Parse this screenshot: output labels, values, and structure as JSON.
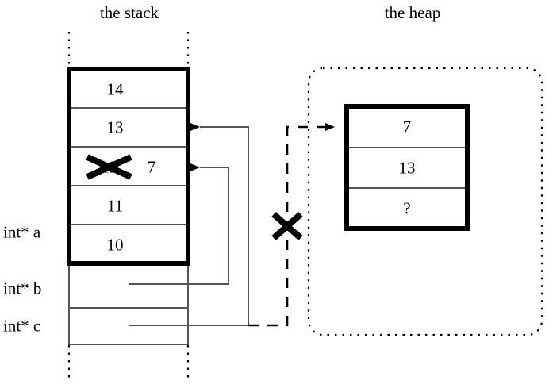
{
  "diagram": {
    "title_stack": "the stack",
    "title_heap": "the heap",
    "ink_color": "#000000",
    "background_color": "#ffffff",
    "rule_color": "#555555"
  },
  "stack": {
    "label": "the stack",
    "cells": [
      {
        "value": "14",
        "crossed_out": false
      },
      {
        "value": "13",
        "crossed_out": false
      },
      {
        "value": "12",
        "crossed_out": true,
        "replacement_value": "7"
      },
      {
        "value": "11",
        "crossed_out": false
      },
      {
        "value": "10",
        "crossed_out": false
      }
    ],
    "variables": [
      {
        "label": "int* a",
        "points_to": "stack-cell-10"
      },
      {
        "label": "int* b",
        "points_to": "stack-cell-7"
      },
      {
        "label": "int* c",
        "points_to": "stack-cell-13"
      }
    ]
  },
  "heap": {
    "label": "the heap",
    "cells": [
      {
        "value": "7"
      },
      {
        "value": "13"
      },
      {
        "value": "?"
      }
    ]
  },
  "annotations": {
    "crossed_out_mark": "X",
    "invalidated_pointer_mark": "X",
    "unknown_value": "?"
  }
}
